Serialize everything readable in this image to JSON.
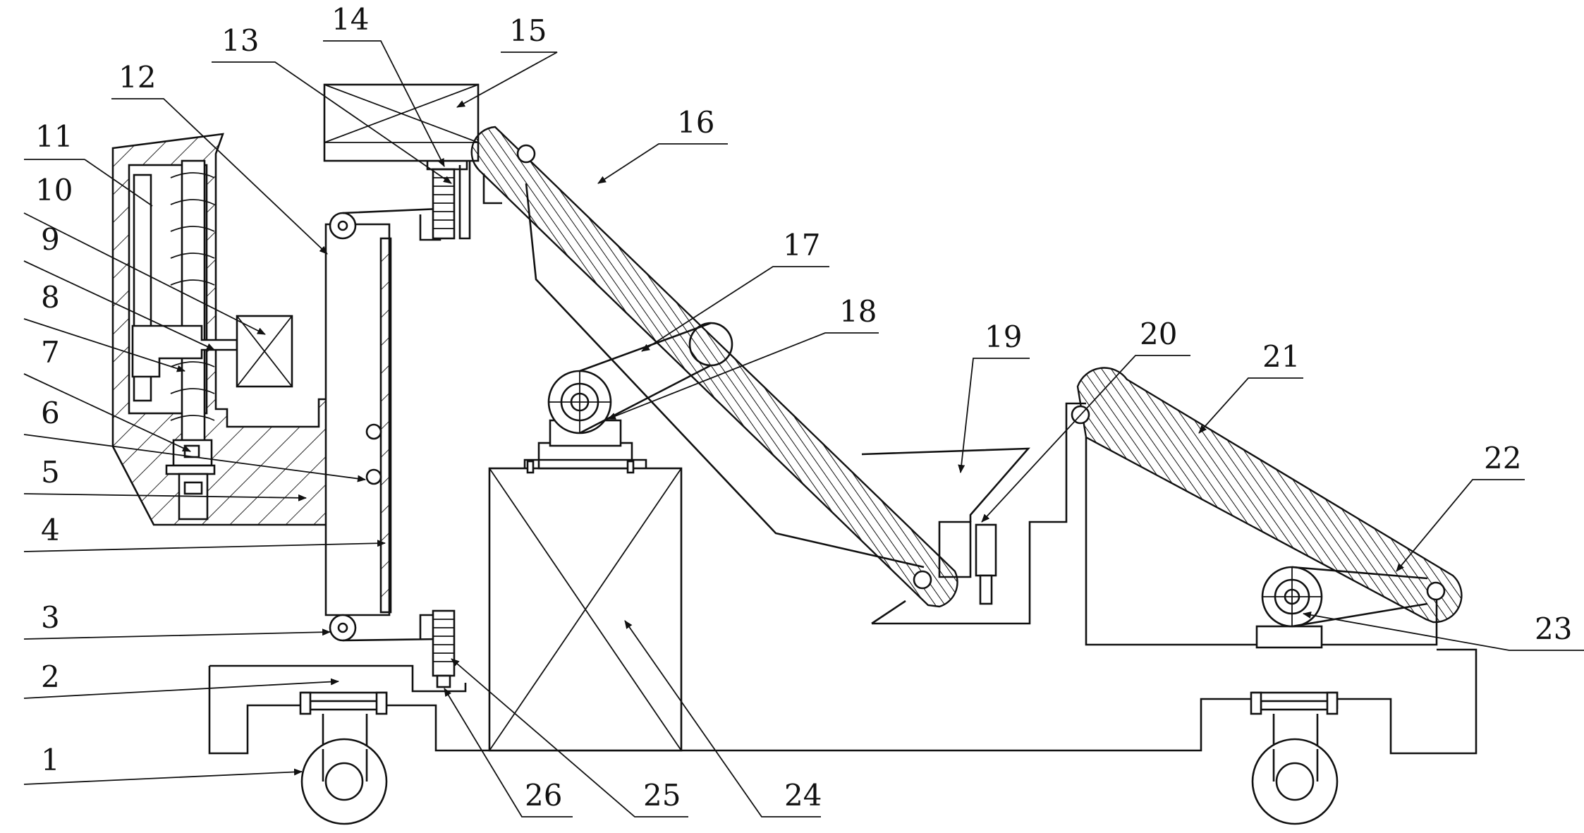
{
  "labels": [
    {
      "key": "1",
      "text": "1"
    },
    {
      "key": "2",
      "text": "2"
    },
    {
      "key": "3",
      "text": "3"
    },
    {
      "key": "4",
      "text": "4"
    },
    {
      "key": "5",
      "text": "5"
    },
    {
      "key": "6",
      "text": "6"
    },
    {
      "key": "7",
      "text": "7"
    },
    {
      "key": "8",
      "text": "8"
    },
    {
      "key": "9",
      "text": "9"
    },
    {
      "key": "10",
      "text": "10"
    },
    {
      "key": "11",
      "text": "11"
    },
    {
      "key": "12",
      "text": "12"
    },
    {
      "key": "13",
      "text": "13"
    },
    {
      "key": "14",
      "text": "14"
    },
    {
      "key": "15",
      "text": "15"
    },
    {
      "key": "16",
      "text": "16"
    },
    {
      "key": "17",
      "text": "17"
    },
    {
      "key": "18",
      "text": "18"
    },
    {
      "key": "19",
      "text": "19"
    },
    {
      "key": "20",
      "text": "20"
    },
    {
      "key": "21",
      "text": "21"
    },
    {
      "key": "22",
      "text": "22"
    },
    {
      "key": "23",
      "text": "23"
    },
    {
      "key": "24",
      "text": "24"
    },
    {
      "key": "25",
      "text": "25"
    },
    {
      "key": "26",
      "text": "26"
    }
  ],
  "colors": {
    "line": "#111111",
    "background": "#ffffff"
  }
}
